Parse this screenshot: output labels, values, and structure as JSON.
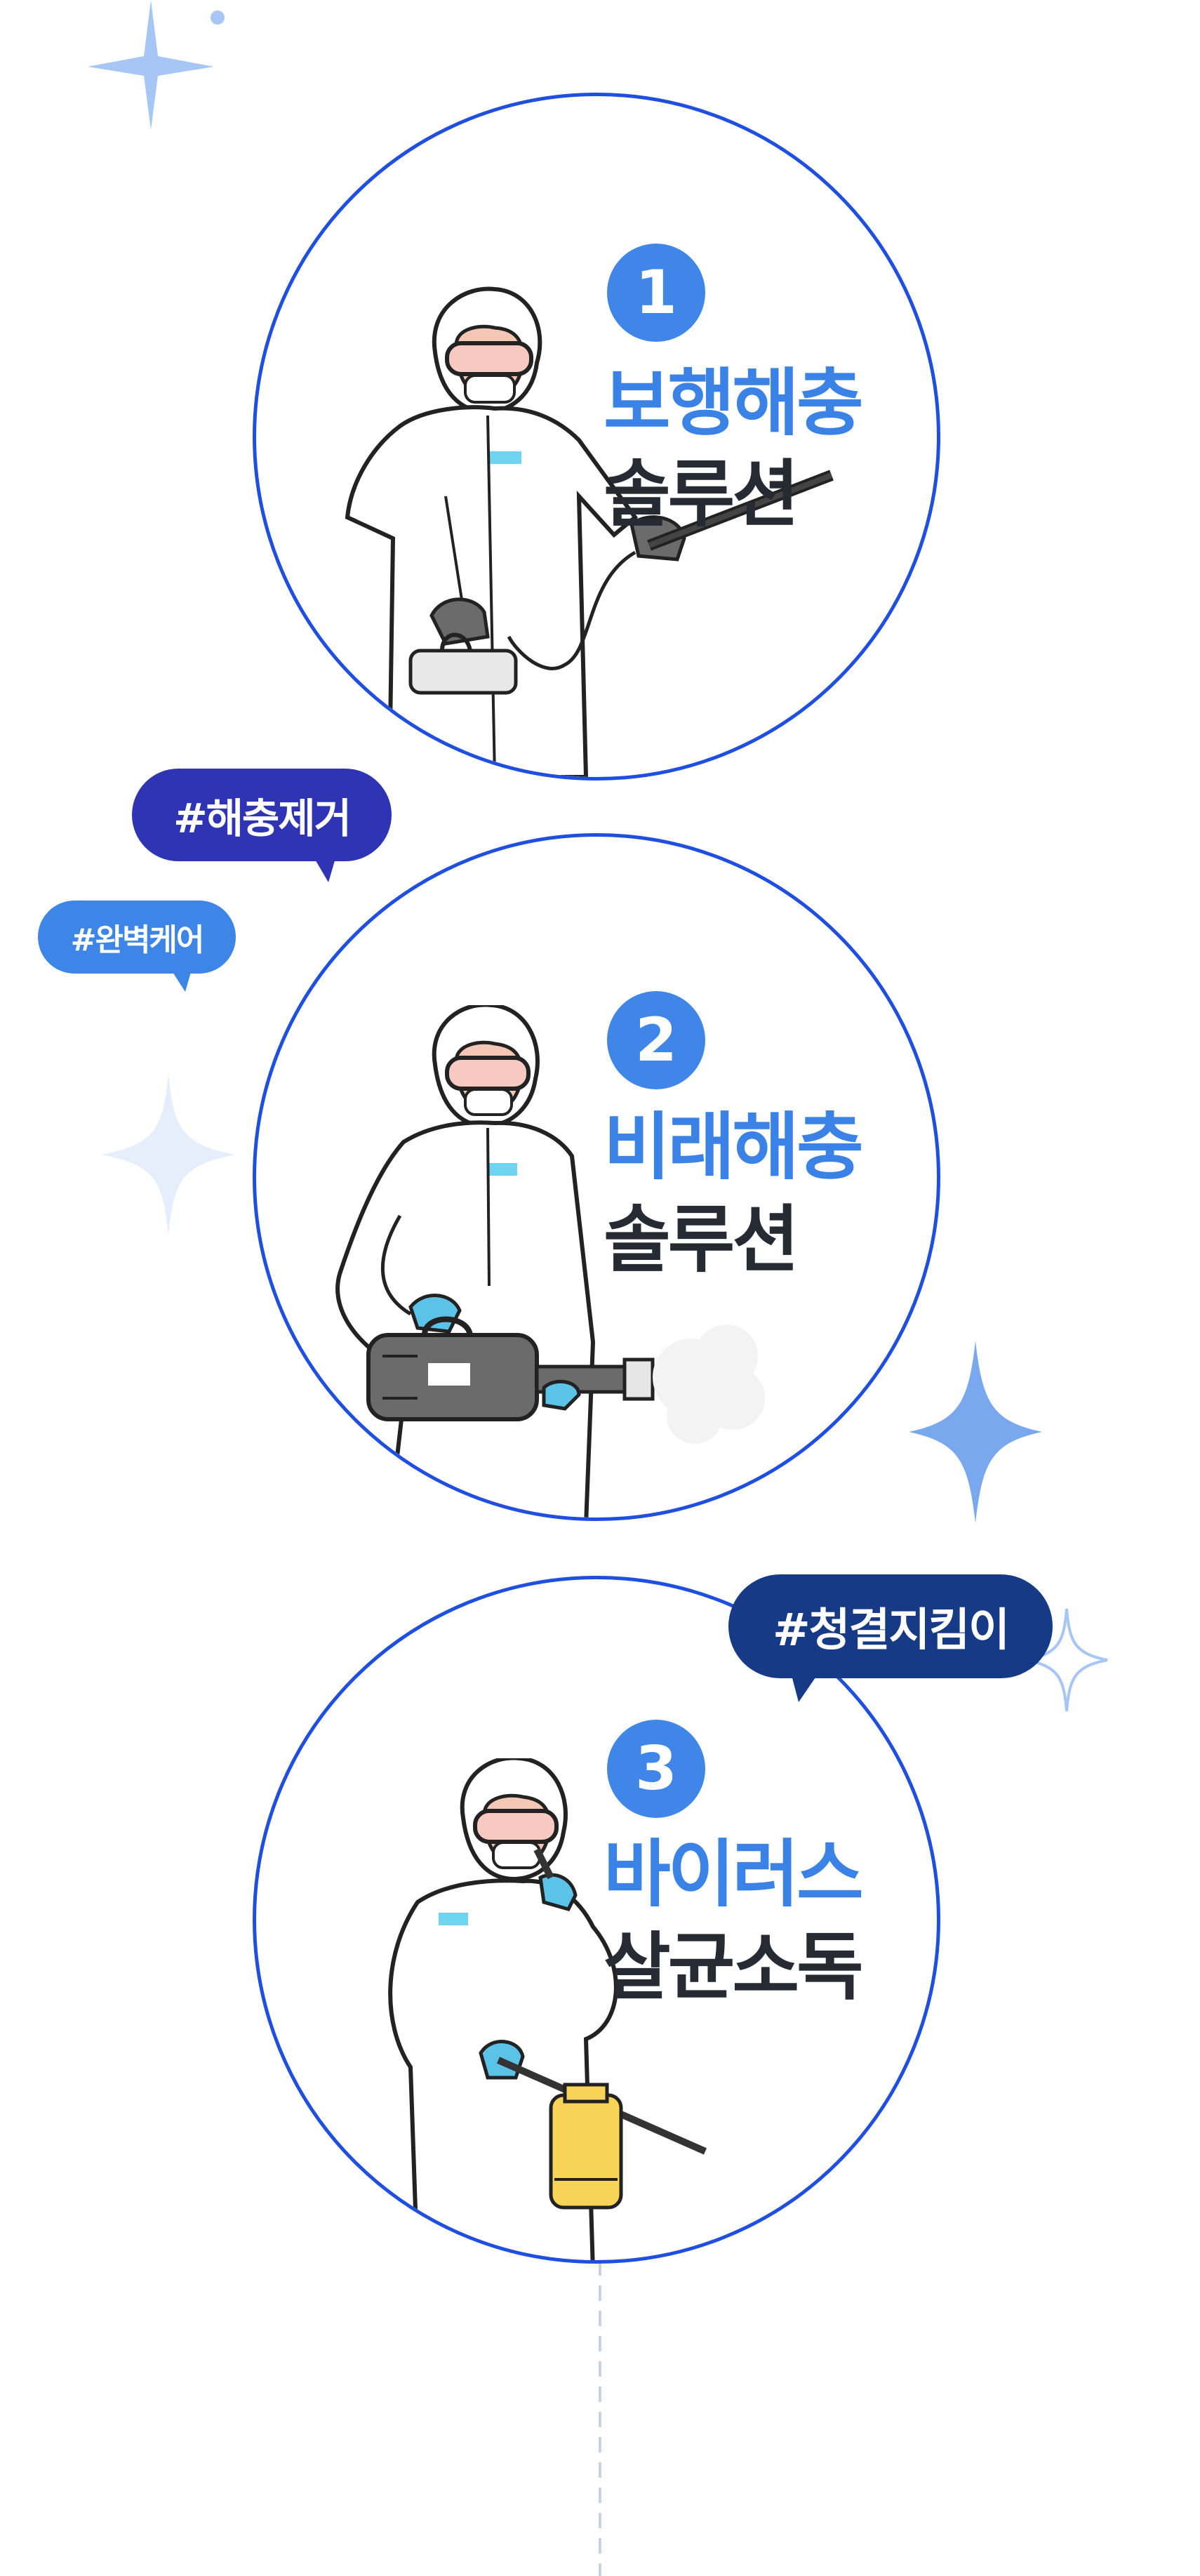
{
  "items": [
    {
      "number": "1",
      "title_line1": "보행해충",
      "title_line2": "솔루션",
      "illustration": "worker-sprayer-illustration"
    },
    {
      "number": "2",
      "title_line1": "비래해충",
      "title_line2": "솔루션",
      "illustration": "worker-fogger-illustration"
    },
    {
      "number": "3",
      "title_line1": "바이러스",
      "title_line2": "살균소독",
      "illustration": "worker-disinfect-illustration"
    }
  ],
  "tags": {
    "tag1": "#해충제거",
    "tag2": "#완벽케어",
    "tag3": "#청결지킴이"
  },
  "colors": {
    "circle_border": "#1f4fe0",
    "accent_blue": "#3b82e6",
    "number_badge": "#3f86e8",
    "dark_text": "#262b33",
    "tag_indigo": "#2f34b4",
    "tag_blue": "#3d85e6",
    "tag_navy": "#163a86",
    "sparkle_light": "#e6edfb",
    "sparkle_mid": "#7aa8ef"
  }
}
